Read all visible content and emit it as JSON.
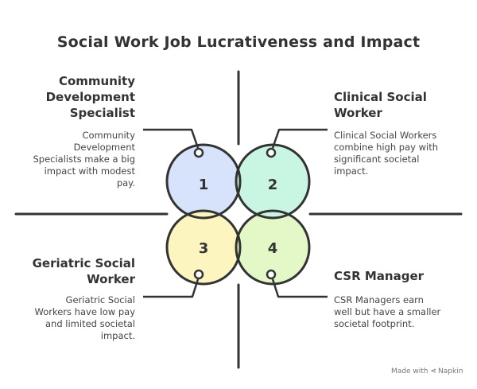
{
  "title": "Social Work Job Lucrativeness and Impact",
  "quadrants": [
    {
      "number": "1",
      "heading_lines": [
        "Community",
        "Development",
        "Specialist"
      ],
      "description_lines": [
        "Community",
        "Development",
        "Specialists make a big",
        "impact with modest",
        "pay."
      ],
      "color": "#d7e3fb"
    },
    {
      "number": "2",
      "heading_lines": [
        "Clinical Social",
        "Worker"
      ],
      "description_lines": [
        "Clinical Social Workers",
        "combine high pay with",
        "significant societal",
        "impact."
      ],
      "color": "#c9f5e3"
    },
    {
      "number": "3",
      "heading_lines": [
        "Geriatric Social",
        "Worker"
      ],
      "description_lines": [
        "Geriatric Social",
        "Workers have low pay",
        "and limited societal",
        "impact."
      ],
      "color": "#fdf5bf"
    },
    {
      "number": "4",
      "heading_lines": [
        "CSR Manager"
      ],
      "description_lines": [
        "CSR Managers earn",
        "well but have a smaller",
        "societal footprint."
      ],
      "color": "#e3f8c6"
    }
  ],
  "footer": {
    "prefix": "Made with",
    "brand": "Napkin",
    "icon": "napkin-logo-icon"
  },
  "colors": {
    "stroke": "#333333",
    "text": "#333333"
  }
}
